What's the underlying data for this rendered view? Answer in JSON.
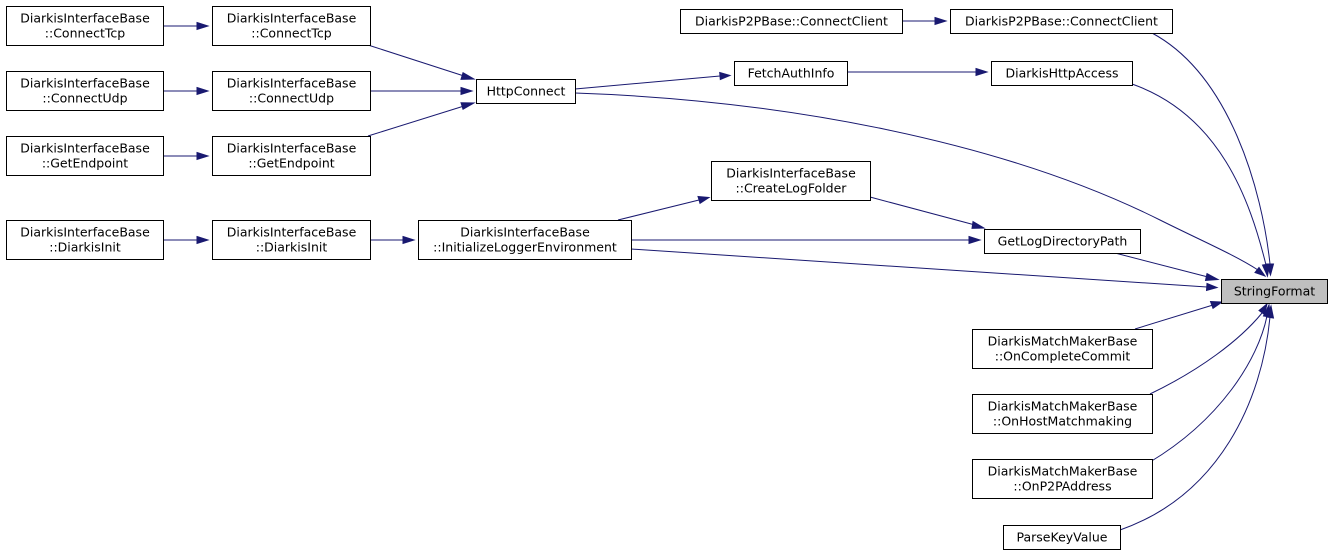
{
  "graph": {
    "edge_color": "#191970",
    "highlight_fill": "#bfbfbf",
    "nodes": {
      "ci_connecttcp": [
        "DiarkisInterfaceBase",
        "::ConnectTcp"
      ],
      "ib_connecttcp": [
        "DiarkisInterfaceBase",
        "::ConnectTcp"
      ],
      "ci_connectudp": [
        "DiarkisInterfaceBase",
        "::ConnectUdp"
      ],
      "ib_connectudp": [
        "DiarkisInterfaceBase",
        "::ConnectUdp"
      ],
      "ci_getendpoint": [
        "DiarkisInterfaceBase",
        "::GetEndpoint"
      ],
      "ib_getendpoint": [
        "DiarkisInterfaceBase",
        "::GetEndpoint"
      ],
      "ci_diarkisinit": [
        "DiarkisInterfaceBase",
        "::DiarkisInit"
      ],
      "ib_diarkisinit": [
        "DiarkisInterfaceBase",
        "::DiarkisInit"
      ],
      "initlogger": [
        "DiarkisInterfaceBase",
        "::InitializeLoggerEnvironment"
      ],
      "httpconnect": [
        "HttpConnect"
      ],
      "createlogfolder": [
        "DiarkisInterfaceBase",
        "::CreateLogFolder"
      ],
      "fetchauthinfo": [
        "FetchAuthInfo"
      ],
      "p2p_connectclient_a": [
        "DiarkisP2PBase::ConnectClient"
      ],
      "p2p_connectclient_b": [
        "DiarkisP2PBase::ConnectClient"
      ],
      "httpaccess": [
        "DiarkisHttpAccess"
      ],
      "getlogdirpath": [
        "GetLogDirectoryPath"
      ],
      "stringformat": [
        "StringFormat"
      ],
      "oncompletecommit": [
        "DiarkisMatchMakerBase",
        "::OnCompleteCommit"
      ],
      "onhostmatchmaking": [
        "DiarkisMatchMakerBase",
        "::OnHostMatchmaking"
      ],
      "onp2paddress": [
        "DiarkisMatchMakerBase",
        "::OnP2PAddress"
      ],
      "parsekeyvalue": [
        "ParseKeyValue"
      ]
    },
    "edges": [
      {
        "from": "ci_connecttcp",
        "to": "ib_connecttcp"
      },
      {
        "from": "ci_connectudp",
        "to": "ib_connectudp"
      },
      {
        "from": "ci_getendpoint",
        "to": "ib_getendpoint"
      },
      {
        "from": "ci_diarkisinit",
        "to": "ib_diarkisinit"
      },
      {
        "from": "ib_connecttcp",
        "to": "httpconnect"
      },
      {
        "from": "ib_connectudp",
        "to": "httpconnect"
      },
      {
        "from": "ib_getendpoint",
        "to": "httpconnect"
      },
      {
        "from": "ib_diarkisinit",
        "to": "initlogger"
      },
      {
        "from": "httpconnect",
        "to": "fetchauthinfo"
      },
      {
        "from": "httpconnect",
        "to": "stringformat"
      },
      {
        "from": "fetchauthinfo",
        "to": "httpaccess"
      },
      {
        "from": "p2p_connectclient_a",
        "to": "p2p_connectclient_b"
      },
      {
        "from": "p2p_connectclient_b",
        "to": "stringformat"
      },
      {
        "from": "httpaccess",
        "to": "stringformat"
      },
      {
        "from": "initlogger",
        "to": "createlogfolder"
      },
      {
        "from": "initlogger",
        "to": "getlogdirpath"
      },
      {
        "from": "initlogger",
        "to": "stringformat"
      },
      {
        "from": "createlogfolder",
        "to": "getlogdirpath"
      },
      {
        "from": "getlogdirpath",
        "to": "stringformat"
      },
      {
        "from": "oncompletecommit",
        "to": "stringformat"
      },
      {
        "from": "onhostmatchmaking",
        "to": "stringformat"
      },
      {
        "from": "onp2paddress",
        "to": "stringformat"
      },
      {
        "from": "parsekeyvalue",
        "to": "stringformat"
      }
    ]
  }
}
